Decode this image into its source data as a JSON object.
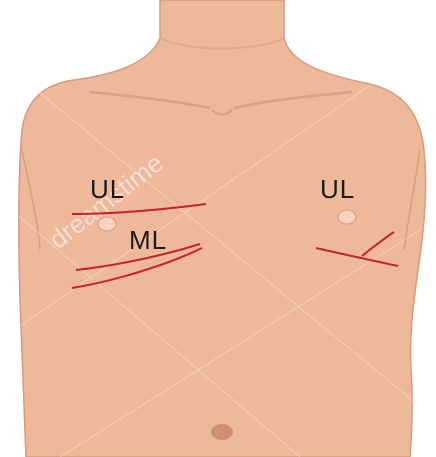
{
  "colors": {
    "skin": "#eeb89a",
    "skin_outline": "#d89a7c",
    "background": "#ffffff",
    "fissure_line": "#c8202c",
    "nipple": "#f6d2c0",
    "navel": "#cf8f70",
    "label_text": "#1e1a1a"
  },
  "labels": {
    "right_upper_lobe": "UL",
    "right_middle_lobe": "ML",
    "left_upper_lobe": "UL"
  },
  "watermark": {
    "text": "dreamstime"
  }
}
